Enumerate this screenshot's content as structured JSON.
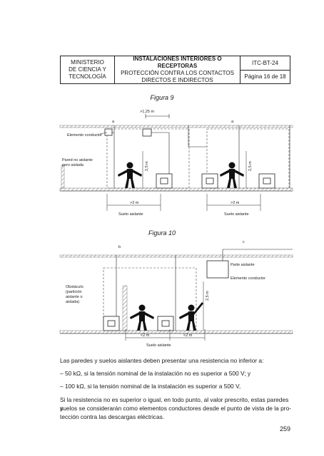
{
  "header": {
    "ministry_lines": [
      "MINISTERIO",
      "DE CIENCIA Y",
      "TECNOLOGÍA"
    ],
    "title": "INSTALACIONES INTERIORES O RECEPTORAS",
    "subtitle_lines": [
      "PROTECCIÓN CONTRA LOS CONTACTOS",
      "DIRECTOS E INDIRECTOS"
    ],
    "code": "ITC-BT-24",
    "page": "Página 16 de 18"
  },
  "figure9": {
    "caption": "Figura 9",
    "label_a1_left": "a",
    "label_a1_right": "a",
    "dim_top": ">1,25 m",
    "elemento_conductor": "Elemento conductor",
    "pared_line1": "Pared no aislante",
    "pared_line2": "pero aislada",
    "height_left": "2,5 m",
    "height_right": "2,5 m",
    "dim_left": ">2 m",
    "dim_right": ">2 m",
    "suelo_left": "Suelo aislante",
    "suelo_right": "Suelo aislante"
  },
  "figure10": {
    "caption": "Figura 10",
    "label_b": "b",
    "label_c": "c",
    "parte_aislante": "Parte aislante",
    "elemento_conductor": "Elemento conductor",
    "obstaculo_lines": [
      "Obstáculo",
      "(partición",
      "aislante o",
      "aislada)"
    ],
    "height": "2,5 m",
    "dim_left": "<2 m",
    "dim_right": "<2 m",
    "suelo": "Suelo aislante"
  },
  "text": {
    "intro": "Las paredes y suelos aislantes deben presentar una resistencia no inferior a:",
    "item1": "–  50 kΩ, si la tensión nominal de la instalación no es superior a 500 V; y",
    "item2": "–  100 kΩ, si la tensión nominal de la instalación es superior a 500 V,",
    "para_lines": [
      "Si la resistencia no es superior o igual, en todo punto, al valor prescrito, estas paredes y",
      "suelos se considerarán como elementos conductores desde el punto de vista de la pro-",
      "tección contra las descargas eléctricas."
    ]
  },
  "page_number": "259"
}
